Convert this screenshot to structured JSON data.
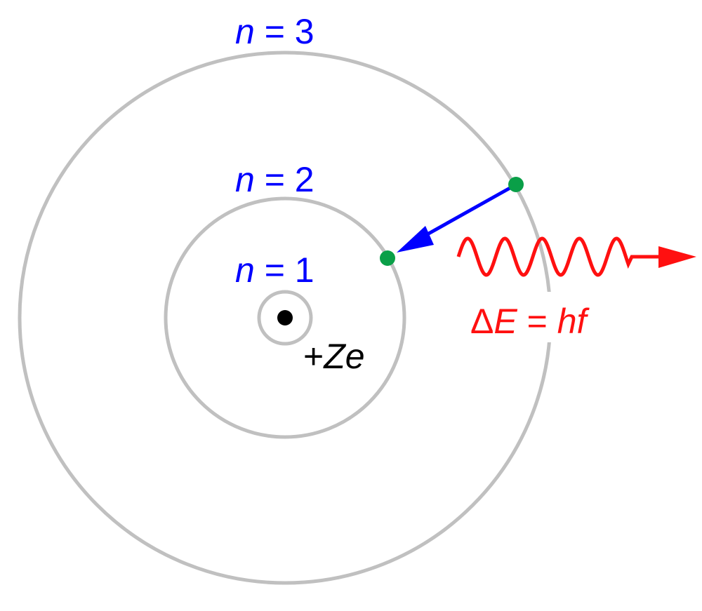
{
  "labels": {
    "n3": {
      "var": "n",
      "rest": " = 3"
    },
    "n2": {
      "var": "n",
      "rest": " = 2"
    },
    "n1": {
      "var": "n",
      "rest": " = 1"
    },
    "nucleus": {
      "sign": "+",
      "var": "Ze"
    },
    "energy": {
      "delta": "Δ",
      "E": "E",
      "eq": " = ",
      "hf": "hf"
    }
  },
  "colors": {
    "orbit": "#c0c0c0",
    "label": "#0000ff",
    "electron": "#0a9f48",
    "transition_arrow": "#0000ff",
    "photon": "#ff1010",
    "nucleus": "#000000"
  }
}
